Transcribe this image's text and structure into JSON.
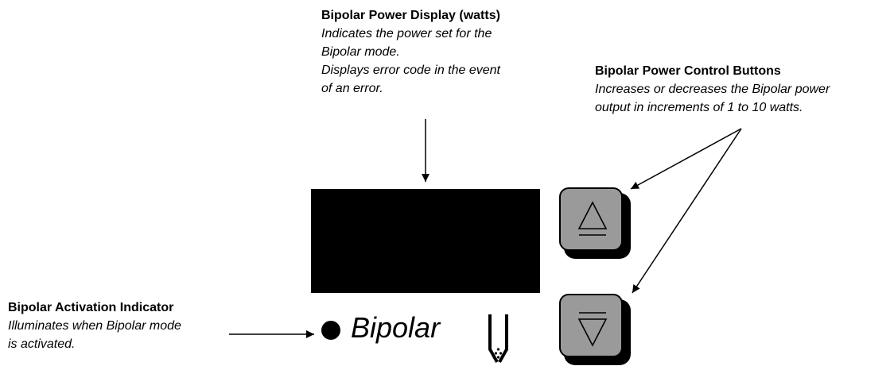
{
  "display_callout": {
    "title": "Bipolar Power Display (watts)",
    "lines": [
      "Indicates the power set for the",
      "Bipolar mode.",
      "Displays error code in the event",
      "of an error."
    ]
  },
  "buttons_callout": {
    "title": "Bipolar Power Control Buttons",
    "lines": [
      "Increases or decreases the Bipolar power",
      "output in increments of 1 to 10 watts."
    ]
  },
  "indicator_callout": {
    "title": "Bipolar Activation Indicator",
    "lines": [
      "Illuminates when Bipolar mode",
      "is activated."
    ]
  },
  "indicator_label": "Bipolar",
  "icons": {
    "increase": "up-triangle-icon",
    "decrease": "down-triangle-icon",
    "indicator": "led-dot-icon",
    "probe": "bipolar-forceps-icon"
  },
  "colors": {
    "display": "#000000",
    "button_face": "#9a9a9a",
    "button_shadow": "#000000"
  }
}
